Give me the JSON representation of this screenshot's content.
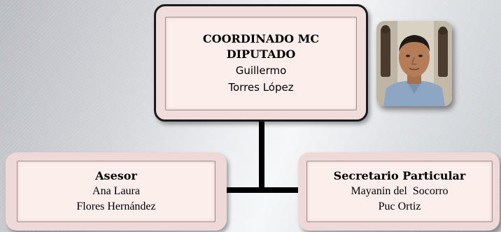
{
  "top": {
    "role_line1": "COORDINADO MC",
    "role_line2": "DIPUTADO",
    "name_line1": "Guillermo",
    "name_line2": "Torres López"
  },
  "left": {
    "role": "Asesor",
    "name_line1": "Ana Laura",
    "name_line2": "Flores Hernández"
  },
  "right": {
    "role": "Secretario Particular",
    "name_line1": "Mayanin del  Socorro",
    "name_line2": "Puc Ortiz"
  },
  "photo": {
    "icon": "portrait-photo"
  },
  "colors": {
    "card_outer": "#efd9d6",
    "card_inner": "#fbeeeb",
    "connector": "#000000"
  }
}
